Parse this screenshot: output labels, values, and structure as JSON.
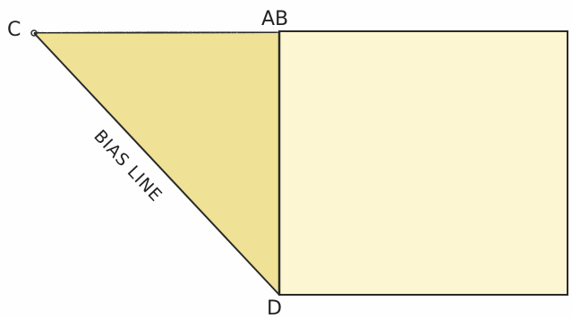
{
  "labels": {
    "point_c": "C",
    "point_ab": "AB",
    "point_d": "D",
    "bias_line": "BIAS LINE"
  },
  "colors": {
    "triangle_fill": "#efe195",
    "square_fill": "#fdf6d2",
    "stroke": "#2a2a2a"
  }
}
